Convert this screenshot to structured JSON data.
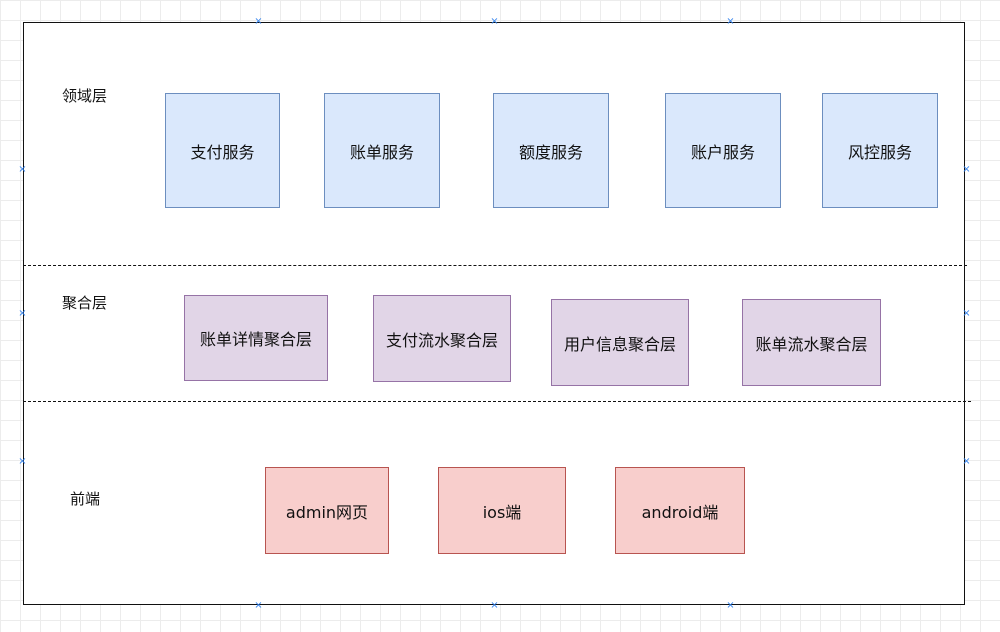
{
  "layers": {
    "domain": {
      "label": "领域层",
      "services": [
        "支付服务",
        "账单服务",
        "额度服务",
        "账户服务",
        "风控服务"
      ]
    },
    "aggregation": {
      "label": "聚合层",
      "modules": [
        "账单详情聚合层",
        "支付流水聚合层",
        "用户信息聚合层",
        "账单流水聚合层"
      ]
    },
    "frontend": {
      "label": "前端",
      "clients": [
        "admin网页",
        "ios端",
        "android端"
      ]
    }
  },
  "colors": {
    "domain_fill": "#dae8fc",
    "domain_stroke": "#6c8ebf",
    "aggregation_fill": "#e1d5e7",
    "aggregation_stroke": "#9673a6",
    "frontend_fill": "#f8cecc",
    "frontend_stroke": "#b85450",
    "selection_handle": "#2f80ed"
  }
}
